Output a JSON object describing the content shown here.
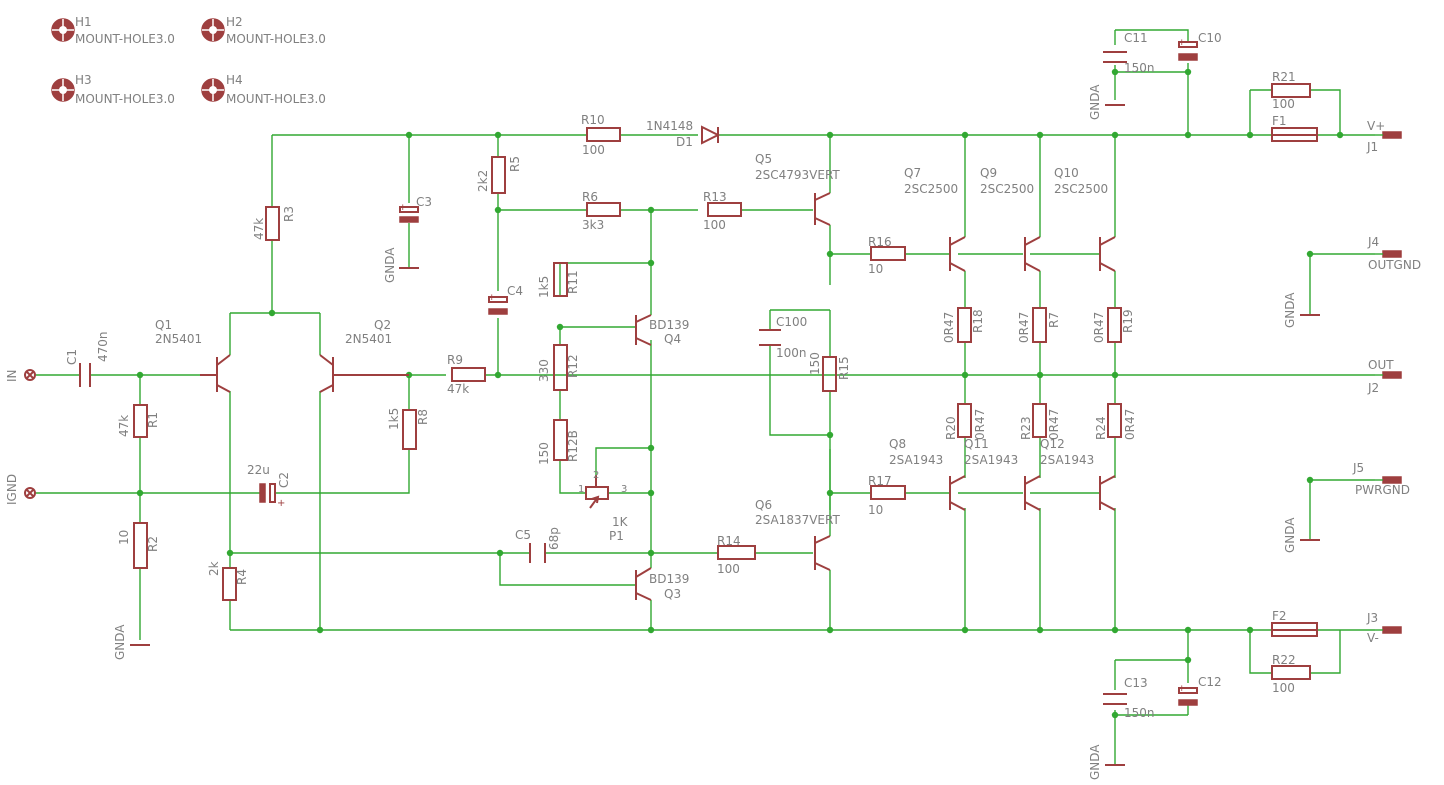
{
  "mount_holes": [
    {
      "ref": "H1",
      "value": "MOUNT-HOLE3.0"
    },
    {
      "ref": "H2",
      "value": "MOUNT-HOLE3.0"
    },
    {
      "ref": "H3",
      "value": "MOUNT-HOLE3.0"
    },
    {
      "ref": "H4",
      "value": "MOUNT-HOLE3.0"
    }
  ],
  "labels": {
    "C11": "C11",
    "C10": "C10",
    "C11v": "150n",
    "GNDA_top": "GNDA",
    "R21": "R21",
    "R21v": "100",
    "F1": "F1",
    "Vp": "V+",
    "J1": "J1",
    "R10": "R10",
    "R10v": "100",
    "D1v": "1N4148",
    "D1": "D1",
    "Q5": "Q5",
    "Q5v": "2SC4793VERT",
    "Q7": "Q7",
    "Q7v": "2SC2500",
    "Q9": "Q9",
    "Q9v": "2SC2500",
    "Q10": "Q10",
    "Q10v": "2SC2500",
    "R5v": "2k2",
    "R5": "R5",
    "R3v": "47k",
    "R3": "R3",
    "C3": "C3",
    "GNDA_c3": "GNDA",
    "R6": "R6",
    "R6v": "3k3",
    "R13": "R13",
    "R13v": "100",
    "R16": "R16",
    "R16v": "10",
    "J4": "J4",
    "OUTGND": "OUTGND",
    "GNDA_j4": "GNDA",
    "R11v": "1k5",
    "R11": "R11",
    "C4": "C4",
    "BD139_4": "BD139",
    "Q4": "Q4",
    "C100": "C100",
    "C100v": "100n",
    "R18v": "0R47",
    "R18": "R18",
    "R7v": "0R47",
    "R7": "R7",
    "R19v": "0R47",
    "R19": "R19",
    "Q1": "Q1",
    "Q1v": "2N5401",
    "Q2": "Q2",
    "Q2v": "2N5401",
    "C1v": "470n",
    "C1": "C1",
    "IN": "IN",
    "R9": "R9",
    "R9v": "47k",
    "R12v": "330",
    "R12": "R12",
    "R15v": "150",
    "R15": "R15",
    "OUT": "OUT",
    "J2": "J2",
    "R1v": "47k",
    "R1": "R1",
    "R8v": "1k5",
    "R8": "R8",
    "R20": "R20",
    "R20v": "0R47",
    "R23": "R23",
    "R23v": "0R47",
    "R24": "R24",
    "R24v": "0R47",
    "Q8": "Q8",
    "Q8v": "2SA1943",
    "Q11": "Q11",
    "Q11v": "2SA1943",
    "Q12": "Q12",
    "Q12v": "2SA1943",
    "IGND": "IGND",
    "C2v": "22u",
    "C2": "C2",
    "plus": "+",
    "R12Bv": "150",
    "R12B": "R12B",
    "P1_1": "1",
    "P1_2": "2",
    "P1_3": "3",
    "P1v": "1K",
    "P1": "P1",
    "R17": "R17",
    "R17v": "10",
    "J5": "J5",
    "PWRGND": "PWRGND",
    "GNDA_j5": "GNDA",
    "Q6": "Q6",
    "Q6v": "2SA1837VERT",
    "R2v": "10",
    "R2": "R2",
    "R4v": "2k",
    "R4": "R4",
    "C5": "C5",
    "C5v": "68p",
    "R14": "R14",
    "R14v": "100",
    "BD139_3": "BD139",
    "Q3": "Q3",
    "GNDA_r2": "GNDA",
    "F2": "F2",
    "Vm": "V-",
    "J3": "J3",
    "R22": "R22",
    "R22v": "100",
    "C13": "C13",
    "C12": "C12",
    "C13v": "150n",
    "GNDA_bot": "GNDA"
  }
}
